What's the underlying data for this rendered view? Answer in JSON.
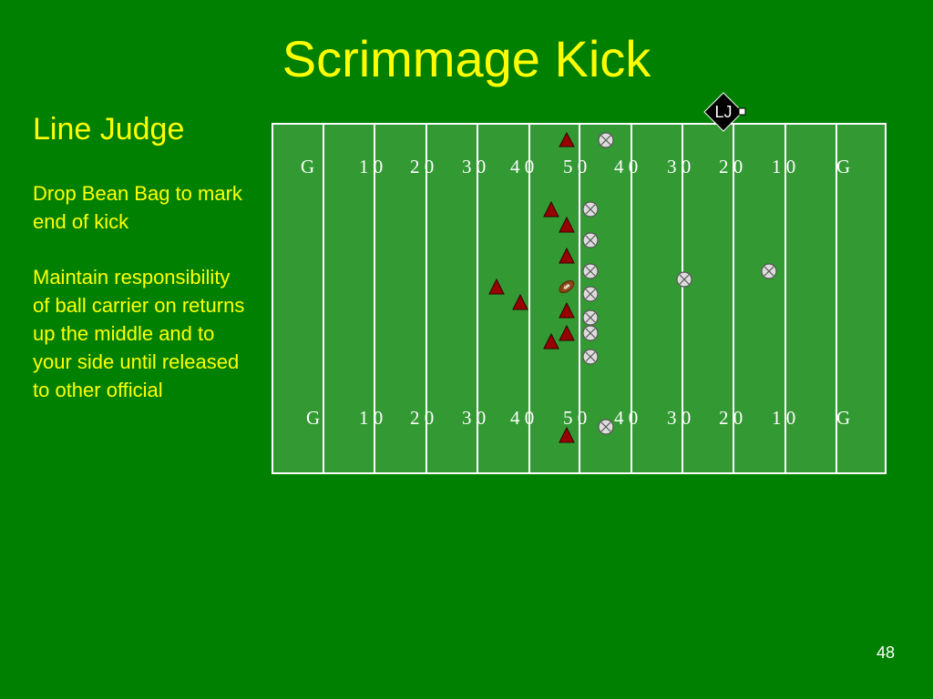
{
  "title": "Scrimmage Kick",
  "subtitle": "Line Judge",
  "paragraphs": [
    "Drop Bean Bag to mark end of kick",
    "Maintain responsibility of ball carrier on returns up the middle and to your side until released to other official"
  ],
  "field": {
    "top_numbers": [
      "G",
      "1 0",
      "2 0",
      "3 0",
      "4 0",
      "5 0",
      "4 0",
      "3 0",
      "2 0",
      "1 0",
      "G"
    ],
    "bottom_numbers": [
      "G",
      "1 0",
      "2 0",
      "3 0",
      "4 0",
      "5 0",
      "4 0",
      "3 0",
      "2 0",
      "1 0",
      "G"
    ],
    "official_label": "LJ"
  },
  "colors": {
    "background": "#008000",
    "field": "#339933",
    "text": "#ffff00",
    "kicking_team": "#990000",
    "receiving_team": "#dddddd"
  },
  "page_number": "48"
}
